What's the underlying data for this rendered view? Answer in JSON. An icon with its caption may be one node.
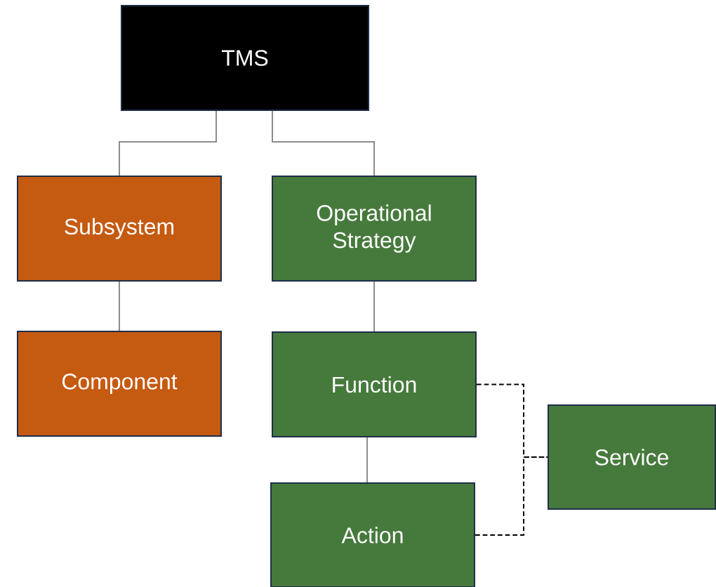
{
  "diagram": {
    "nodes": [
      {
        "text": [
          "TMS"
        ]
      },
      {
        "text": [
          "Subsystem"
        ]
      },
      {
        "text": [
          "Operational Strategy"
        ]
      },
      {
        "text": [
          "Component"
        ]
      },
      {
        "text": [
          "Function"
        ]
      },
      {
        "text": [
          "Action"
        ]
      },
      {
        "text": [
          "Service"
        ]
      }
    ],
    "edges": [
      {
        "from": 0,
        "to": 1,
        "arrow": "none"
      },
      {
        "from": 0,
        "to": 2,
        "arrow": "none"
      },
      {
        "from": 1,
        "to": 3,
        "arrow": "none"
      },
      {
        "from": 2,
        "to": 4,
        "arrow": "none"
      },
      {
        "from": 4,
        "to": 5,
        "arrow": "none"
      },
      {
        "from": 4,
        "to": 6,
        "arrow": "none",
        "style": "dashed",
        "color": "#000000"
      },
      {
        "from": 5,
        "to": 6,
        "arrow": "none",
        "style": "dashed",
        "color": "#000000"
      }
    ]
  }
}
